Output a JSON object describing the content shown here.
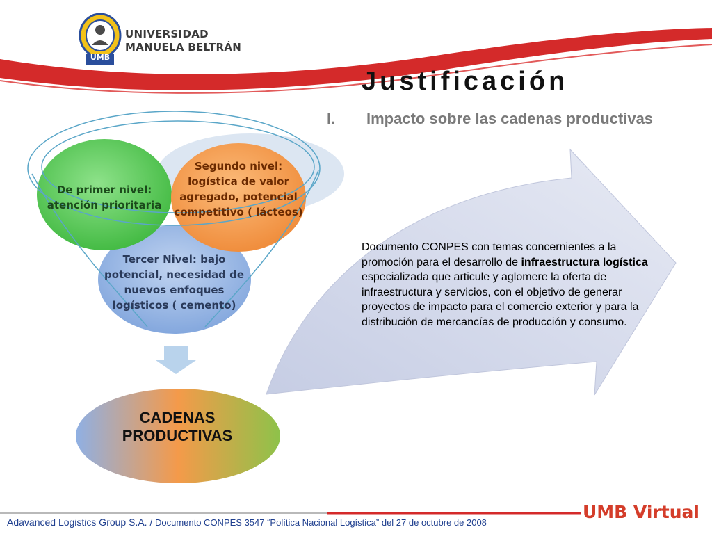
{
  "header": {
    "logo": {
      "name_line1": "UNIVERSIDAD",
      "name_line2": "MANUELA BELTRÁN",
      "seal_text": "UMB"
    }
  },
  "slide": {
    "title": "Justificación",
    "subtitle_number": "I.",
    "subtitle": "Impacto sobre las cadenas productivas"
  },
  "diagram": {
    "circles": [
      {
        "label": "De primer nivel: atención prioritaria"
      },
      {
        "label": "Segundo nivel: logística de valor agregado, potencial competitivo ( lácteos)"
      },
      {
        "label": "Tercer Nivel: bajo potencial, necesidad de nuevos enfoques logísticos ( cemento)"
      }
    ],
    "result_label": "CADENAS PRODUCTIVAS",
    "arrow_text": {
      "before_bold": "Documento CONPES con temas concernientes a la promoción para el desarrollo de",
      "bold": "infraestructura logística",
      "after_bold": "especializada que articule y aglomere la oferta de infraestructura y servicios, con el objetivo de generar proyectos de impacto para el comercio exterior y para la distribución de mercancías de producción y consumo."
    }
  },
  "footer": {
    "source_company": "Adavanced Logistics Group S.A. /",
    "source_doc": "Documento CONPES 3547 “Política Nacional Logística” del 27 de octubre de 2008",
    "brand": "UMB Virtual"
  },
  "colors": {
    "header_red": "#d42a2a",
    "green": "#4cc24c",
    "orange": "#f39a4a",
    "blue_circle": "#8fb0e0",
    "arrow_fill": "#d7dcec",
    "footer_blue": "#1f3f8f"
  }
}
